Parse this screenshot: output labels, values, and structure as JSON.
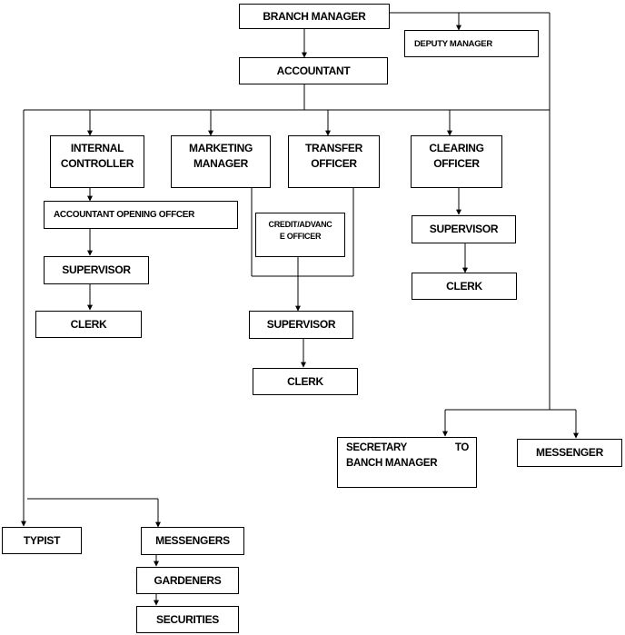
{
  "boxes": {
    "branch_manager": "BRANCH MANAGER",
    "deputy_manager": "DEPUTY MANAGER",
    "accountant": "ACCOUNTANT",
    "internal_controller": [
      "INTERNAL",
      "CONTROLLER"
    ],
    "marketing_manager": [
      "MARKETING",
      "MANAGER"
    ],
    "transfer_officer": [
      "TRANSFER",
      "OFFICER"
    ],
    "clearing_officer": [
      "CLEARING",
      "OFFICER"
    ],
    "account_opening_officer": "ACCOUNTANT OPENING OFFCER",
    "credit_advance_officer": [
      "CREDIT/ADVANC",
      "E OFFICER"
    ],
    "supervisor_left": "SUPERVISOR",
    "clerk_left": "CLERK",
    "supervisor_mid": "SUPERVISOR",
    "clerk_mid": "CLERK",
    "supervisor_right": "SUPERVISOR",
    "clerk_right": "CLERK",
    "secretary": [
      "SECRETARY",
      "TO",
      "BANCH MANAGER"
    ],
    "messenger": "MESSENGER",
    "typist": "TYPIST",
    "messengers": "MESSENGERS",
    "gardeners": "GARDENERS",
    "securities": "SECURITIES"
  }
}
